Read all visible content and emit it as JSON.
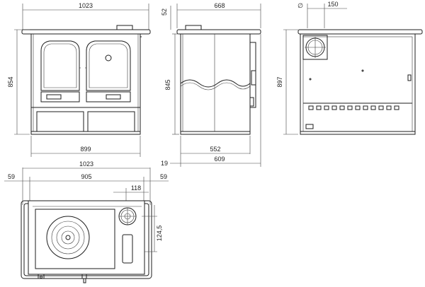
{
  "front_view": {
    "width_top": "1023",
    "height": "854",
    "width_bottom": "899"
  },
  "side_view": {
    "top_offset": "52",
    "depth_top": "668",
    "height_inner": "845",
    "depth_inner": "552",
    "leg_offset": "19",
    "depth_total": "609"
  },
  "back_view": {
    "flue_symbol": "∅",
    "flue_diameter": "150",
    "height": "897"
  },
  "top_view": {
    "width_total": "1023",
    "width_inner": "905",
    "left_margin": "59",
    "right_margin": "59",
    "flue_offset": "118",
    "flue_depth": "124,5"
  }
}
